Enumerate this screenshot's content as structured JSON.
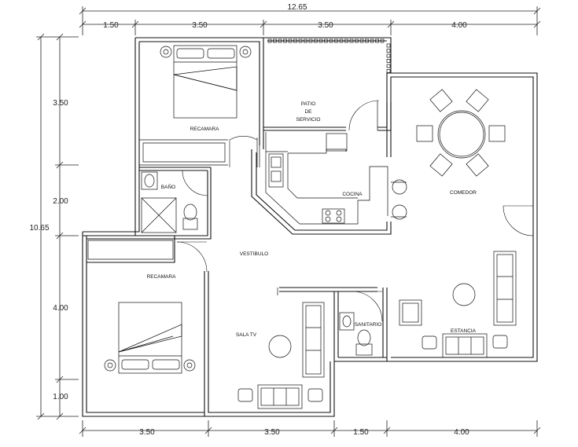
{
  "dimensions": {
    "overall_width": "12.65",
    "overall_height": "10.65",
    "top": [
      "1.50",
      "3.50",
      "3.50",
      "4.00"
    ],
    "bottom": [
      "3.50",
      "3.50",
      "1.50",
      "4.00"
    ],
    "left": [
      "3.50",
      "2.00",
      "4.00",
      "1.00"
    ]
  },
  "rooms": {
    "recamara_top": "RECAMARA",
    "bano": "BAÑO",
    "patio": [
      "PATIO",
      "DE",
      "SERVICIO"
    ],
    "cocina": "COCINA",
    "comedor": "COMEDOR",
    "vestibulo": "VESTIBULO",
    "recamara_bottom": "RECAMARA",
    "sala_tv": "SALA TV",
    "sanitario": "SANITARIO",
    "estancia": "ESTANCIA"
  }
}
